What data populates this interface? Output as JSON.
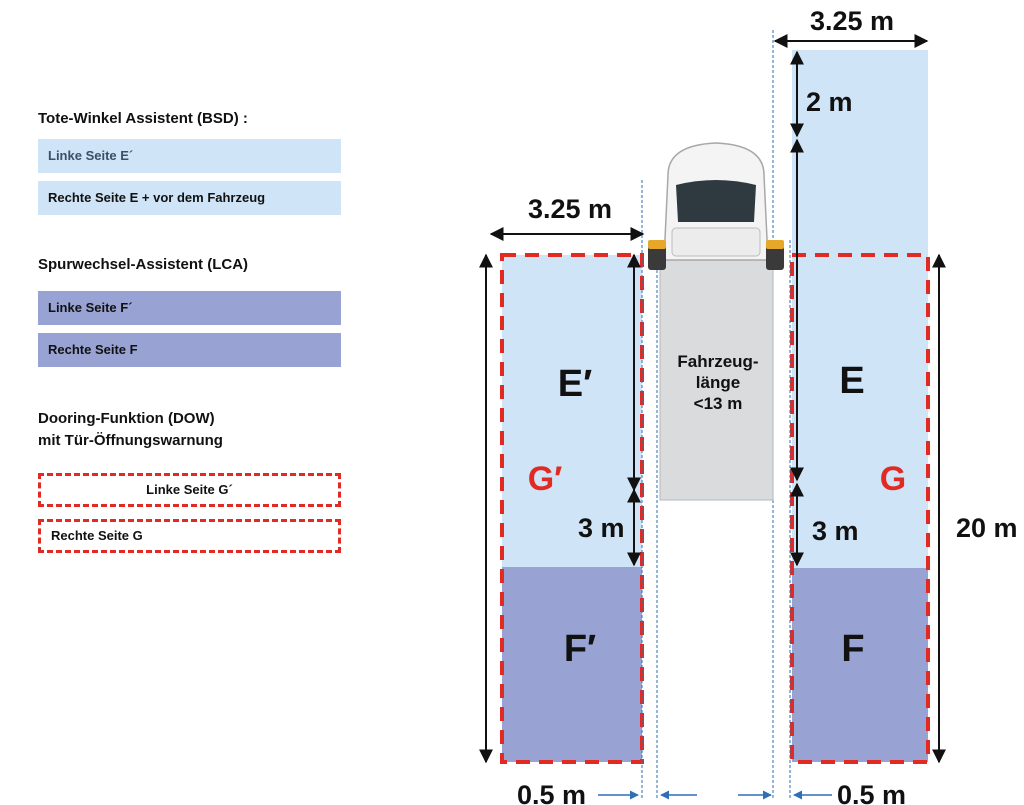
{
  "legend": {
    "bsd": {
      "heading": "Tote-Winkel Assistent (BSD) :",
      "left": "Linke Seite E´",
      "right": "Rechte Seite E + vor dem Fahrzeug"
    },
    "lca": {
      "heading": "Spurwechsel-Assistent (LCA)",
      "left": "Linke Seite F´",
      "right": "Rechte Seite F"
    },
    "dow": {
      "heading_line1": "Dooring-Funktion (DOW)",
      "heading_line2": "mit Tür-Öffnungswarnung",
      "left": "Linke Seite G´",
      "right": "Rechte Seite G"
    }
  },
  "zones": {
    "e_left": "E′",
    "e_right": "E",
    "f_left": "F′",
    "f_right": "F",
    "g_left": "G′",
    "g_right": "G"
  },
  "dimensions": {
    "width_top_right": "3.25 m",
    "width_left": "3.25 m",
    "front_extension": "2 m",
    "rear_left": "3 m",
    "rear_right": "3 m",
    "total_length": "20 m",
    "offset_left": "0.5 m",
    "offset_right": "0.5 m"
  },
  "vehicle": {
    "length_line1": "Fahrzeug-",
    "length_line2": "länge",
    "length_line3": "<13 m"
  },
  "colors": {
    "bsd_zone": "#cfe4f7",
    "lca_zone": "#98a3d3",
    "dow_border": "#e02a22",
    "guide_line": "#2f6fb5"
  }
}
